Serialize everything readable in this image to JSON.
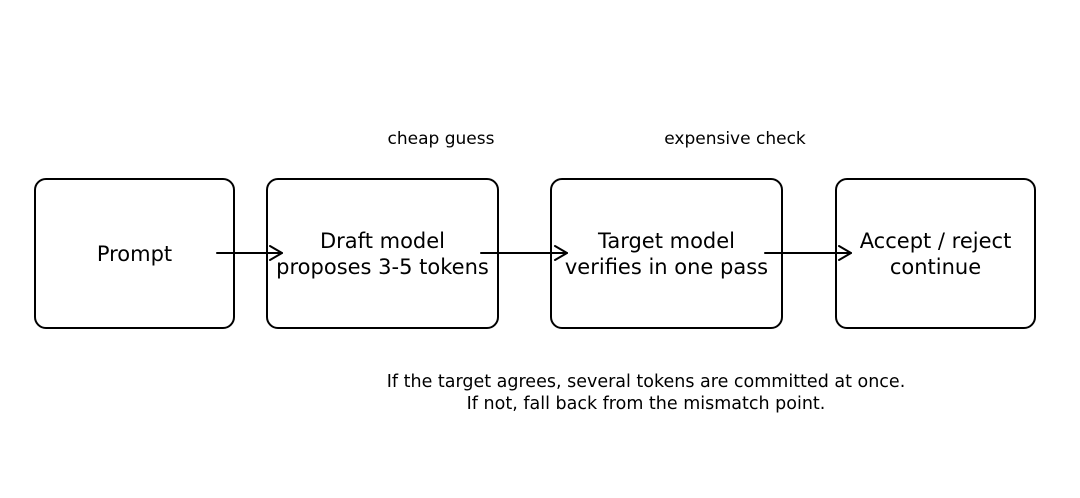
{
  "diagram": {
    "annotations": {
      "cheap": "cheap guess",
      "expensive": "expensive check"
    },
    "nodes": [
      {
        "id": "prompt",
        "lines": [
          "Prompt"
        ]
      },
      {
        "id": "draft",
        "lines": [
          "Draft model",
          "proposes 3-5 tokens"
        ]
      },
      {
        "id": "target",
        "lines": [
          "Target model",
          "verifies in one pass"
        ]
      },
      {
        "id": "accept",
        "lines": [
          "Accept / reject",
          "continue"
        ]
      }
    ],
    "edges": [
      {
        "from": "prompt",
        "to": "draft"
      },
      {
        "from": "draft",
        "to": "target"
      },
      {
        "from": "target",
        "to": "accept"
      }
    ],
    "footnote": [
      "If the target agrees, several tokens are committed at once.",
      "If not, fall back from the mismatch point."
    ]
  }
}
